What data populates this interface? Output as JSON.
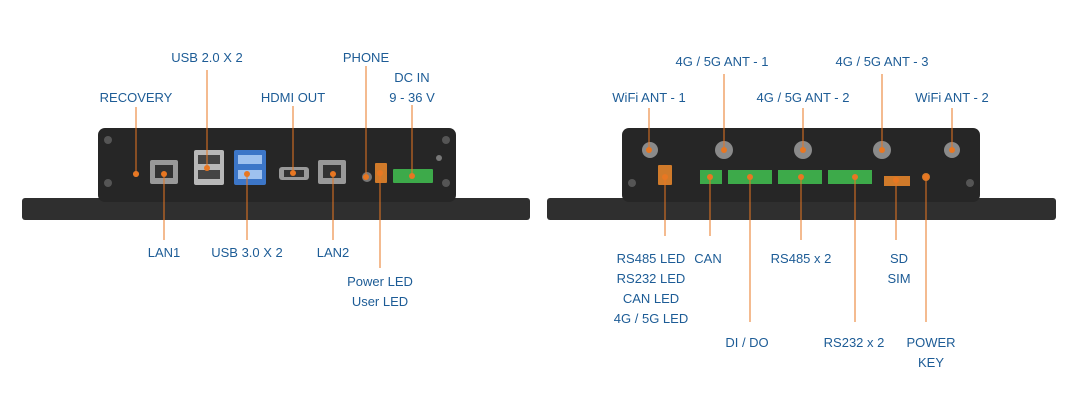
{
  "colors": {
    "label": "#1d5c96",
    "leader": "#e87722",
    "device": "#2a2a2a",
    "terminal": "#3daa4a"
  },
  "left_panel": {
    "recovery": "RECOVERY",
    "usb2": "USB 2.0 X 2",
    "hdmi": "HDMI OUT",
    "phone": "PHONE",
    "dcin": [
      "DC IN",
      "9 - 36 V"
    ],
    "lan1": "LAN1",
    "usb3": "USB 3.0 X 2",
    "lan2": "LAN2",
    "leds": [
      "Power LED",
      "User LED"
    ]
  },
  "right_panel": {
    "wifi1": "WiFi ANT - 1",
    "ant1": "4G / 5G ANT - 1",
    "ant2": "4G / 5G ANT - 2",
    "ant3": "4G / 5G ANT - 3",
    "wifi2": "WiFi ANT - 2",
    "leds": [
      "RS485 LED",
      "RS232 LED",
      "CAN LED",
      "4G / 5G LED"
    ],
    "can": "CAN",
    "dido": "DI / DO",
    "rs485": "RS485 x 2",
    "rs232": "RS232 x 2",
    "sdsim": [
      "SD",
      "SIM"
    ],
    "power": [
      "POWER",
      "KEY"
    ]
  }
}
